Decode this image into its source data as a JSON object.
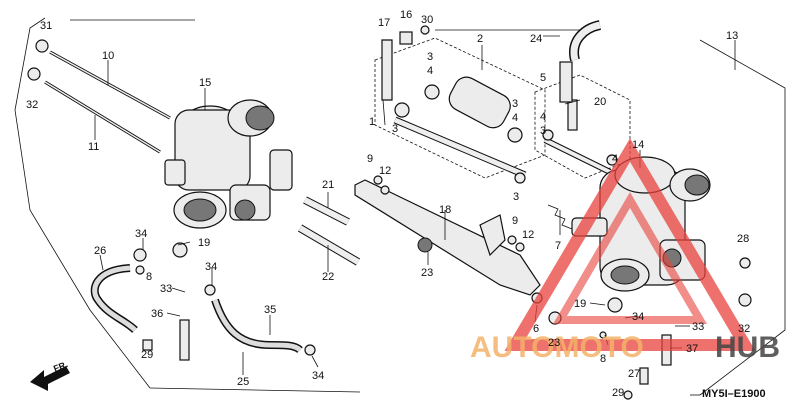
{
  "diagram": {
    "part_numbers": [
      "31",
      "10",
      "32",
      "11",
      "15",
      "26",
      "34",
      "19",
      "8",
      "33",
      "34",
      "36",
      "29",
      "35",
      "25",
      "34",
      "21",
      "22",
      "9",
      "12",
      "17",
      "16",
      "30",
      "1",
      "3",
      "2",
      "3",
      "4",
      "3",
      "4",
      "3",
      "18",
      "23",
      "9",
      "12",
      "6",
      "23",
      "24",
      "13",
      "5",
      "20",
      "4",
      "3",
      "14",
      "4",
      "7",
      "19",
      "34",
      "33",
      "37",
      "8",
      "27",
      "29",
      "28",
      "32"
    ],
    "code": "MY5I–E1900",
    "direction_label": "FR."
  },
  "watermark": {
    "brand_left": "AUTOMOTO",
    "brand_right": "HUB",
    "color_triangle": "#e8423c",
    "color_text": "#f4b26a"
  }
}
